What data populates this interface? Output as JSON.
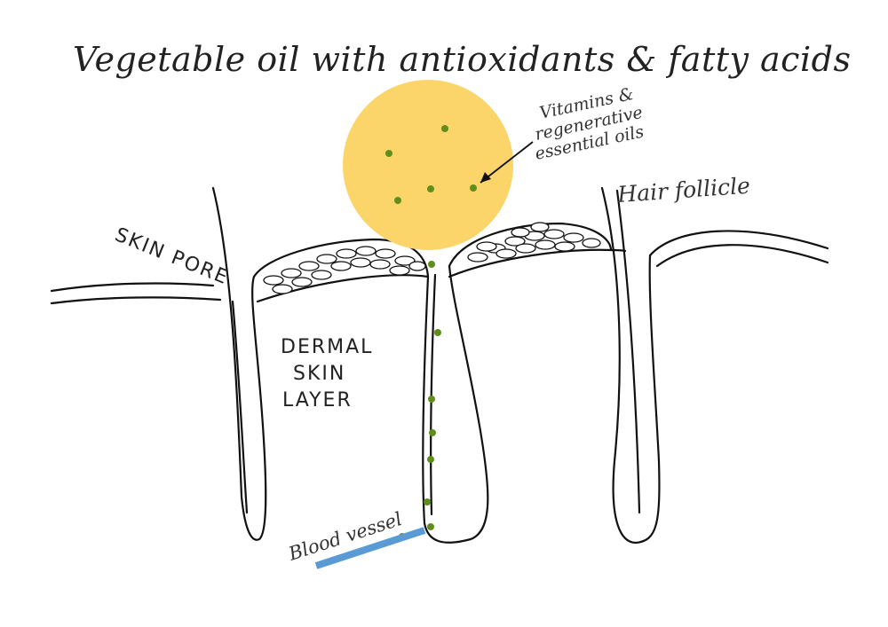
{
  "title": "Vegetable oil with antioxidants & fatty acids",
  "labels": {
    "vitamins_line1": "Vitamins &",
    "vitamins_line2": "regenerative",
    "vitamins_line3": "essential oils",
    "hair_follicle": "Hair follicle",
    "skin_pore": "SKIN PORE",
    "dermal_line1": "DERMAL",
    "dermal_line2": "SKIN",
    "dermal_line3": "LAYER",
    "blood_vessel": "Blood vessel"
  },
  "colors": {
    "oil_droplet": "#fcd56a",
    "particle": "#5f8e1c",
    "blood_vessel": "#5b9bd5",
    "outline": "#111111"
  }
}
